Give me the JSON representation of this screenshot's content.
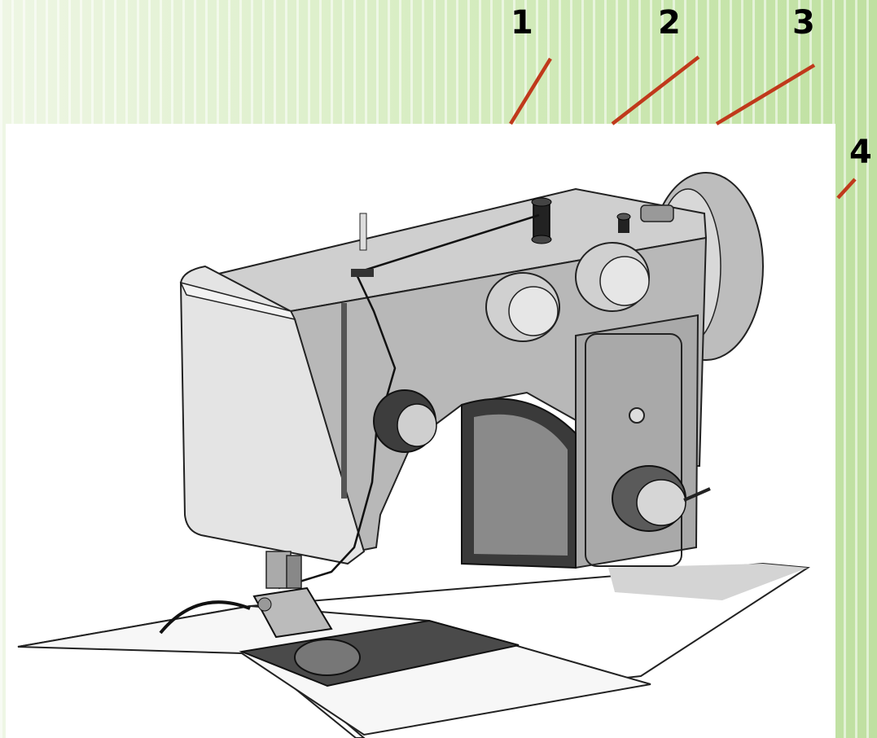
{
  "colors": {
    "background": "#cfe8b6",
    "callout_line": "#c0391b",
    "callout_text": "#000000",
    "photo_background": "#ffffff"
  },
  "callouts": [
    {
      "label": "1"
    },
    {
      "label": "2"
    },
    {
      "label": "3"
    },
    {
      "label": "4"
    }
  ]
}
